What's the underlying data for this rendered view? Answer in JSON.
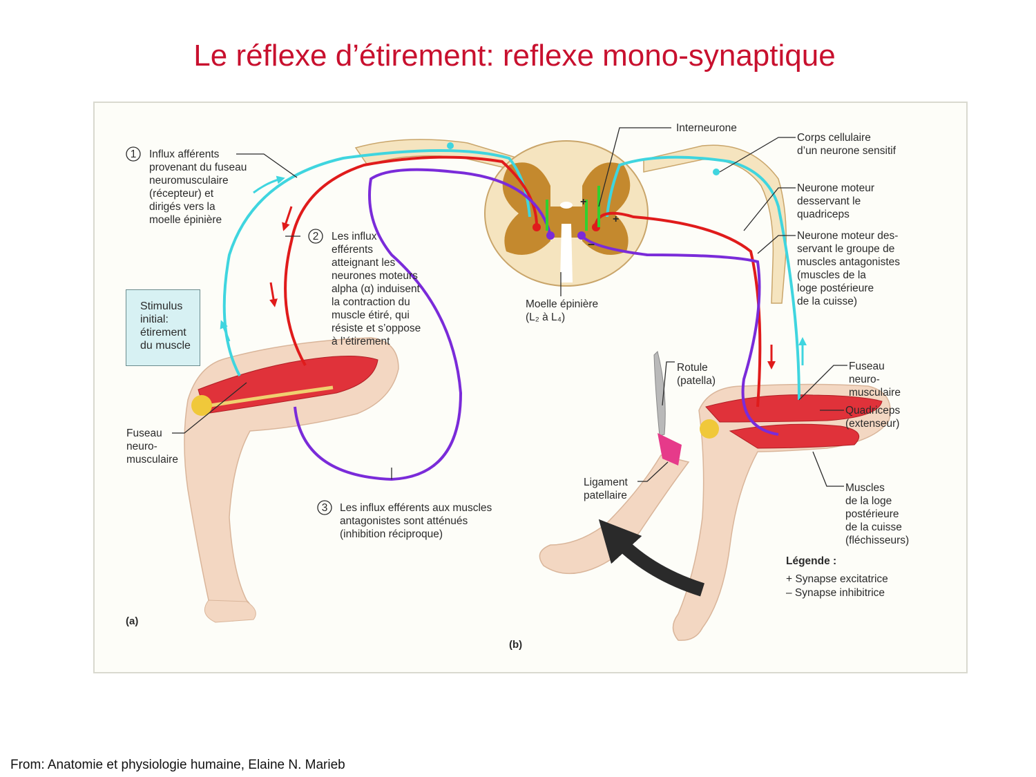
{
  "title": "Le réflexe d’étirement: reflexe mono-synaptique",
  "source": "From: Anatomie et physiologie humaine, Elaine N. Marieb",
  "colors": {
    "title": "#c8102e",
    "afferent_sensory": "#3fd5df",
    "motor_quadriceps": "#e01b1b",
    "motor_antagonist": "#7a2bd9",
    "interneuron": "#2fd12f",
    "spinal_grey_matter": "#c4892e",
    "spinal_white_matter": "#f5e4bf",
    "muscle": "#e0323a",
    "skin": "#f3d7c2",
    "stimulus_box": "#d7f1f3"
  },
  "panel_a": {
    "tag": "(a)",
    "step1": {
      "num": "1",
      "lines": [
        "Influx afférents",
        "provenant du fuseau",
        "neuromusculaire",
        "(récepteur) et",
        "dirigés vers la",
        "moelle épinière"
      ]
    },
    "step2": {
      "num": "2",
      "lines": [
        "Les influx",
        "efférents",
        "atteignant les",
        "neurones moteurs",
        "alpha (α) induisent",
        "la contraction du",
        "muscle étiré, qui",
        "résiste et s’oppose",
        "à l’étirement"
      ]
    },
    "step3": {
      "num": "3",
      "lines": [
        "Les influx efférents aux muscles",
        "antagonistes sont atténués",
        "(inhibition réciproque)"
      ]
    },
    "stimulus": [
      "Stimulus",
      "initial:",
      "étirement",
      "du muscle"
    ],
    "spindle": [
      "Fuseau",
      "neuro-",
      "musculaire"
    ]
  },
  "spinal_cord": {
    "interneuron": "Interneurone",
    "label": "Moelle épinière",
    "range": "(L₂ à L₄)",
    "plus_sign": "+",
    "minus_sign": "–"
  },
  "panel_b": {
    "tag": "(b)",
    "cell_body": [
      "Corps cellulaire",
      "d’un neurone sensitif"
    ],
    "motor_quadriceps": [
      "Neurone moteur",
      "desservant le",
      "quadriceps"
    ],
    "motor_antagonist": [
      "Neurone moteur des-",
      "servant le groupe de",
      "muscles antagonistes",
      "(muscles de la",
      "loge postérieure",
      "de la cuisse)"
    ],
    "spindle": [
      "Fuseau",
      "neuro-",
      "musculaire"
    ],
    "quadriceps": [
      "Quadriceps",
      "(extenseur)"
    ],
    "posterior_muscles": [
      "Muscles",
      "de la loge",
      "postérieure",
      "de la cuisse",
      "(fléchisseurs)"
    ],
    "patella": [
      "Rotule",
      "(patella)"
    ],
    "ligament": [
      "Ligament",
      "patellaire"
    ]
  },
  "legend": {
    "title": "Légende :",
    "items": [
      "+ Synapse excitatrice",
      "– Synapse inhibitrice"
    ]
  }
}
